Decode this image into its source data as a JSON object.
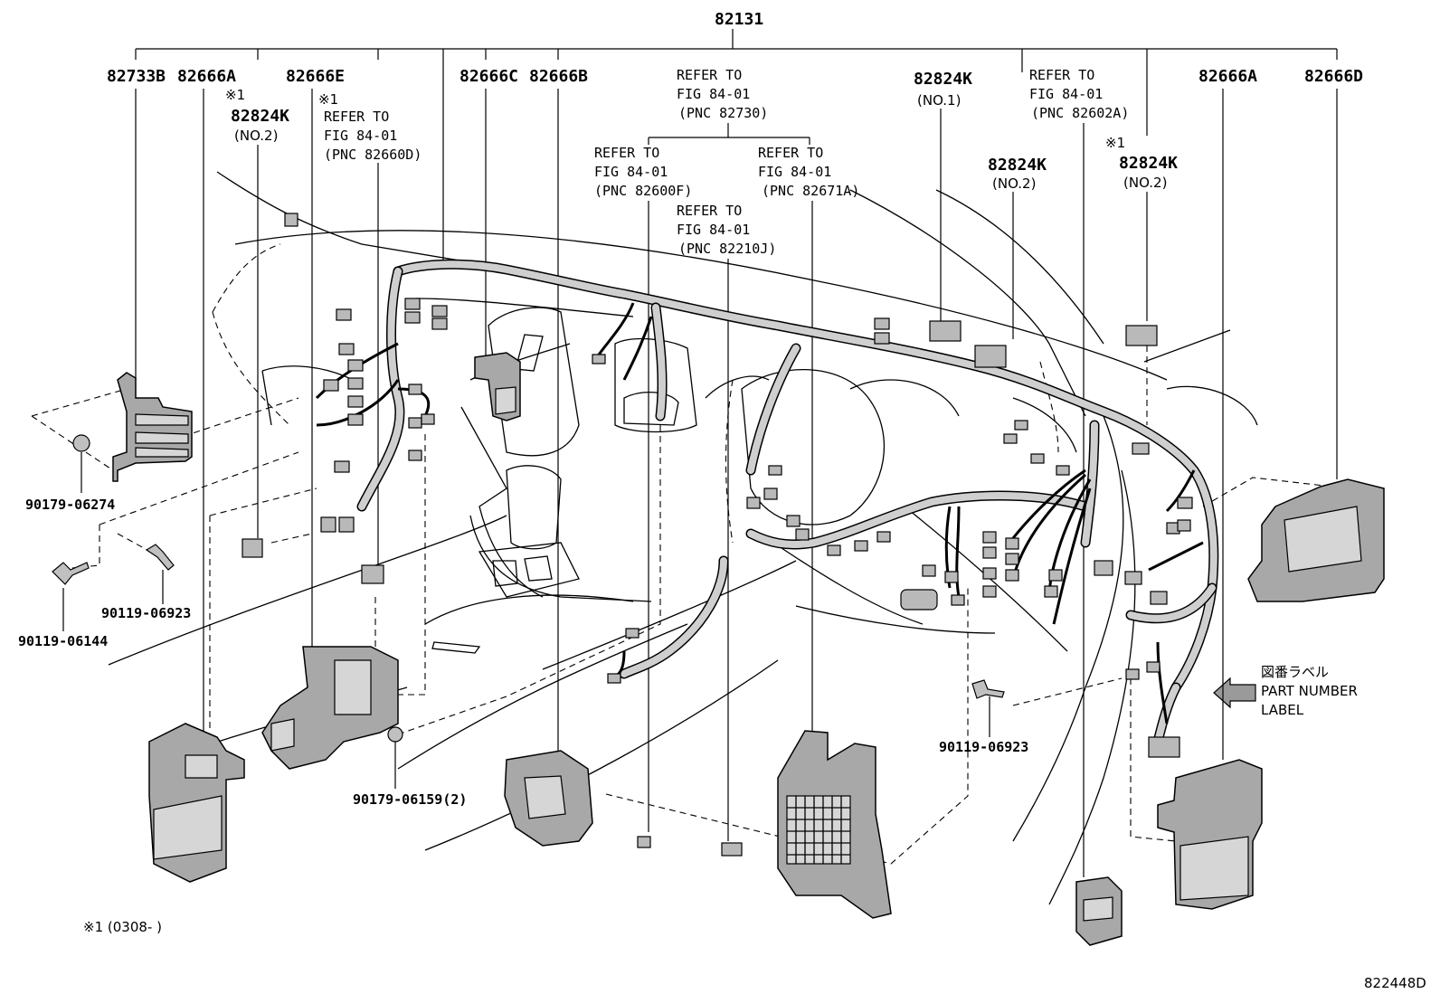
{
  "labels": {
    "main": "82131",
    "l_82733B": "82733B",
    "l_82666A_left": "82666A",
    "l_82666E": "82666E",
    "l_82666C": "82666C",
    "l_82666B": "82666B",
    "l_82824K_no1": "82824K",
    "l_82666A_right": "82666A",
    "l_82666D": "82666D",
    "l_82824K_left": "82824K",
    "l_82824K_mid": "82824K",
    "l_82824K_right": "82824K",
    "no1": "(NO.1)",
    "no2_left": "(NO.2)",
    "no2_mid": "(NO.2)",
    "no2_right": "(NO.2)",
    "star1_a": "※1",
    "star1_b": "※1",
    "star1_c": "※1"
  },
  "refers": {
    "r82660D": [
      "REFER TO",
      "FIG 84-01",
      "(PNC 82660D)"
    ],
    "r82730": [
      "REFER TO",
      "FIG 84-01",
      "(PNC 82730)"
    ],
    "r82602A": [
      "REFER TO",
      "FIG 84-01",
      "(PNC 82602A)"
    ],
    "r82600F": [
      "REFER TO",
      "FIG 84-01",
      "(PNC 82600F)"
    ],
    "r82671A": [
      "REFER TO",
      "FIG 84-01",
      "(PNC 82671A)"
    ],
    "r82210J": [
      "REFER TO",
      "FIG 84-01",
      "(PNC 82210J)"
    ]
  },
  "bolts": {
    "b06274": "90179-06274",
    "b06923_left": "90119-06923",
    "b06144": "90119-06144",
    "b06159": "90179-06159(2)",
    "b06923_right": "90119-06923"
  },
  "part_label": {
    "jp": "図番ラベル",
    "en1": "PART NUMBER",
    "en2": "LABEL"
  },
  "footnote": "※1 (0308-        )",
  "figure_id": "822448D"
}
